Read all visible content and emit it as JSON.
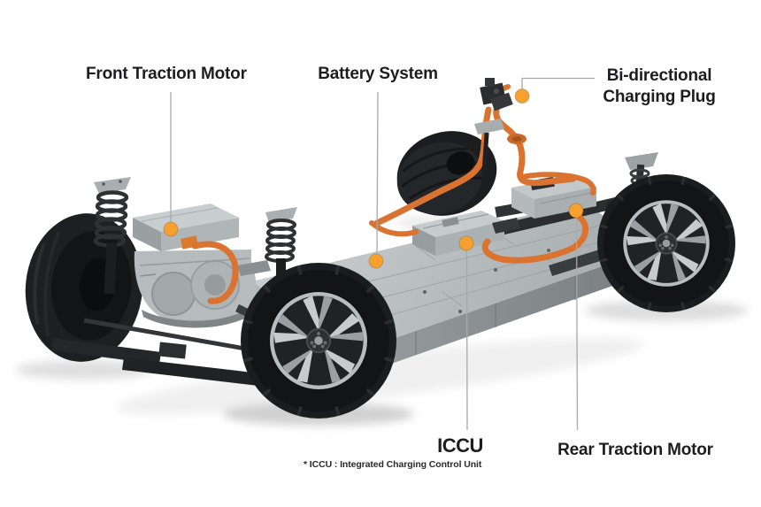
{
  "figure_type": "annotated-ev-platform-diagram",
  "colors": {
    "background": "#ffffff",
    "label_color": "#1d1d1f",
    "accent_orange": "#f5a02f",
    "cable_orange": "#db7330",
    "leader_gray": "#a8a8a8"
  },
  "callouts": {
    "front_motor": {
      "label": "Front Traction Motor"
    },
    "battery": {
      "label": "Battery System"
    },
    "charging_plug": {
      "line1": "Bi-directional",
      "line2": "Charging Plug"
    },
    "iccu": {
      "label": "ICCU"
    },
    "rear_motor": {
      "label": "Rear Traction Motor"
    }
  },
  "footnote": "* ICCU : Integrated Charging Control Unit"
}
